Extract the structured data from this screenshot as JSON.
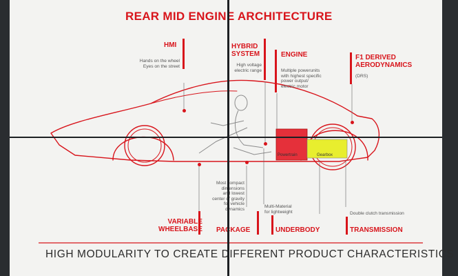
{
  "title": "REAR MID ENGINE ARCHITECTURE",
  "callouts_top": {
    "hmi": {
      "heading": "HMI",
      "notes": [
        "Hands on the wheel",
        "Eyes on the street"
      ]
    },
    "hybrid": {
      "heading_lines": [
        "HYBRID",
        "SYSTEM"
      ],
      "notes": [
        "High voltage",
        "electric range"
      ]
    },
    "engine": {
      "heading": "ENGINE",
      "notes": [
        "Multiple powerunits",
        "with highest specific",
        "power output/",
        "electric motor"
      ]
    },
    "f1": {
      "heading_lines": [
        "F1 DERIVED",
        "AERODYNAMICS"
      ],
      "notes": [
        "(DRS)"
      ]
    }
  },
  "callouts_bottom": {
    "wheelbase": {
      "heading_lines": [
        "VARIABLE",
        "WHEELBASE"
      ]
    },
    "package": {
      "heading": "PACKAGE",
      "notes": [
        "Most compact",
        "dimensions",
        "and lowest",
        "center of gravity",
        "for vehicle",
        "dynamics"
      ]
    },
    "underbody": {
      "heading": "UNDERBODY",
      "notes": [
        "Multi-Material",
        "for lightweight"
      ]
    },
    "transmission": {
      "heading": "TRANSMISSION",
      "notes": [
        "Double clutch transmission"
      ]
    }
  },
  "components": {
    "powertrain_label": "Powertrain",
    "gearbox_label": "Gearbox"
  },
  "tagline": "HIGH MODULARITY TO CREATE DIFFERENT PRODUCT CHARACTERISTICS",
  "colors": {
    "accent": "#d8141b",
    "engine_block": "#e5303a",
    "gearbox_block": "#e8ee2e",
    "screen": "#f3f3f1"
  }
}
